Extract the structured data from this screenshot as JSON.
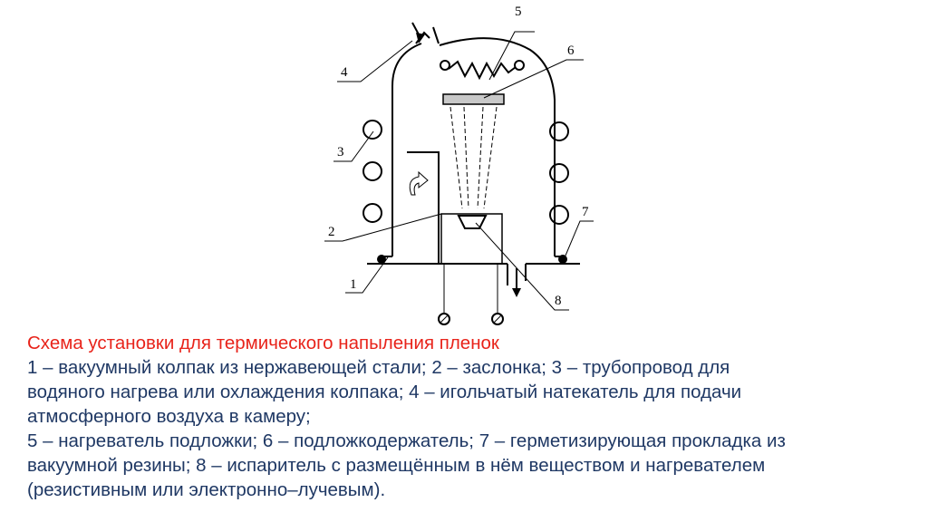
{
  "diagram": {
    "labels": {
      "l1": "1",
      "l2": "2",
      "l3": "3",
      "l4": "4",
      "l5": "5",
      "l6": "6",
      "l7": "7",
      "l8": "8"
    }
  },
  "caption": {
    "title": "Схема установки для термического напыления пленок",
    "lines": [
      "1 – вакуумный колпак из нержавеющей стали; 2 – заслонка; 3 – трубопровод для",
      "водяного нагрева или охлаждения колпака; 4 – игольчатый натекатель для подачи",
      "атмосферного воздуха в камеру;",
      "5 – нагреватель подложки; 6 – подложкодержатель; 7 – герметизирующая прокладка из",
      "вакуумной резины; 8 – испаритель с размещённым в нём веществом и нагревателем",
      "(резистивным или электронно–лучевым)."
    ]
  }
}
